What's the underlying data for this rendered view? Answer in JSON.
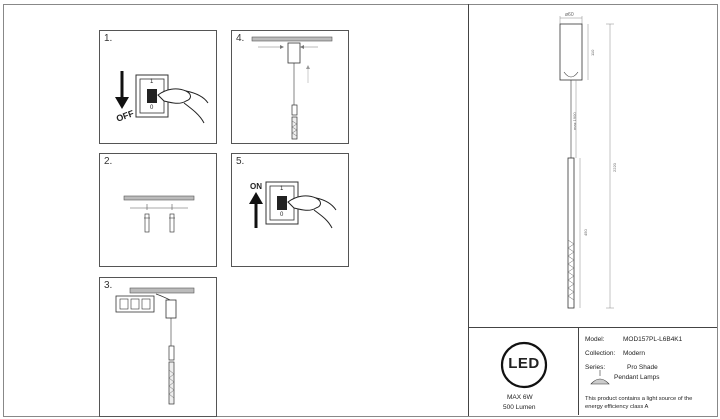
{
  "steps": [
    {
      "id": "1",
      "label": "1.",
      "word": "OFF"
    },
    {
      "id": "2",
      "label": "2."
    },
    {
      "id": "3",
      "label": "3."
    },
    {
      "id": "4",
      "label": "4."
    },
    {
      "id": "5",
      "label": "5.",
      "word": "ON"
    }
  ],
  "switch_labels": {
    "top": "1",
    "bottom": "0"
  },
  "dimensions": {
    "diameter": "ø60",
    "canopy_height": "110",
    "cable": "max 1900",
    "tube": "450",
    "total": "2220"
  },
  "spec": {
    "model_label": "Model:",
    "model_value": "MOD157PL-L6B4K1",
    "collection_label": "Collection:",
    "collection_value": "Modern",
    "series_label": "Series:",
    "series_value": "Pro Shade",
    "type_value": "Pendant Lamps",
    "led_logo": "LED",
    "max_power": "MAX 6W",
    "lumen": "500 Lumen",
    "energy_note_line1": "This product contains a light source of the",
    "energy_note_line2": "energy efficiency class A"
  }
}
